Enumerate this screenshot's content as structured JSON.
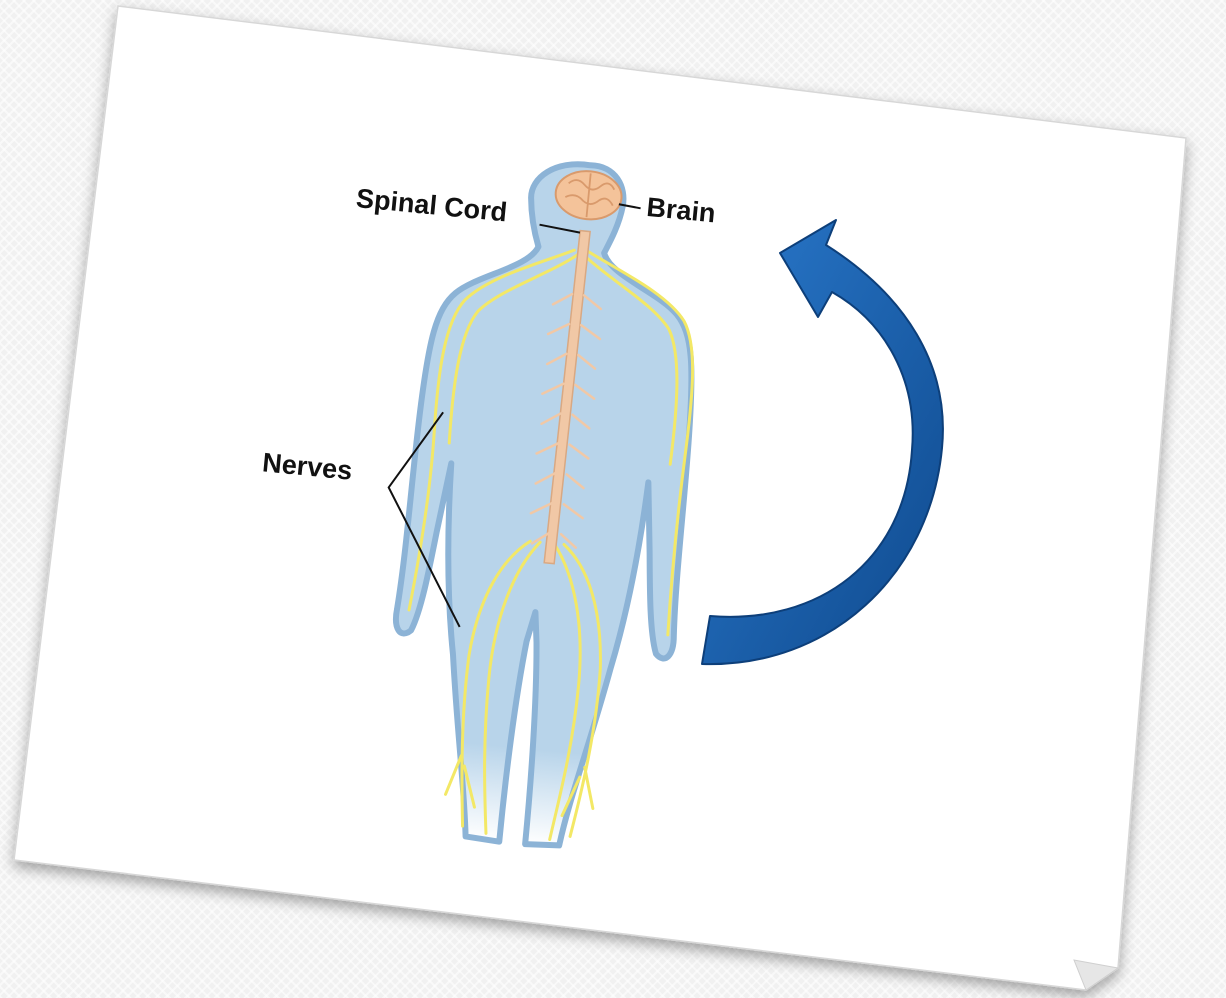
{
  "diagram": {
    "labels": {
      "brain": "Brain",
      "spinal_cord": "Spinal Cord",
      "nerves": "Nerves"
    },
    "colors": {
      "body": "#b8d4ea",
      "body_outline": "#8cb3d6",
      "nerve": "#f3e866",
      "spinal_cord": "#f1c8a6",
      "brain": "#f4c39a",
      "arrow": "#1a62b6",
      "arrow_dark": "#0f4a8e"
    },
    "icons": {
      "arrow": "curved-arrow-icon"
    }
  }
}
